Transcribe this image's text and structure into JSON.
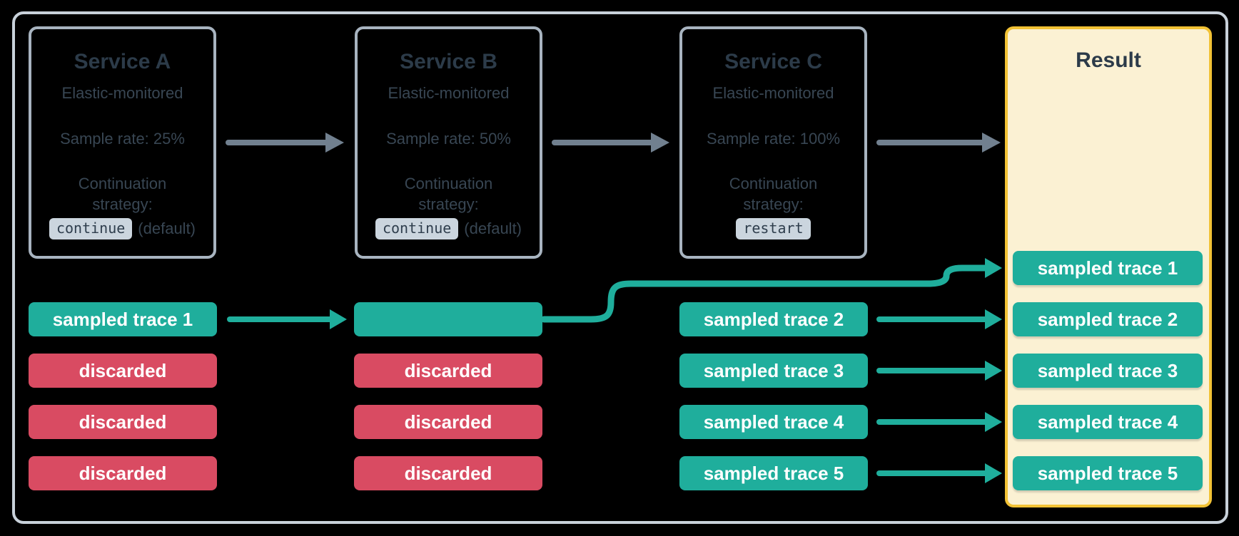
{
  "services": [
    {
      "title": "Service A",
      "monitoring": "Elastic-monitored",
      "sample_rate": "Sample rate: 25%",
      "strategy_label": "Continuation strategy:",
      "strategy_value": "continue",
      "strategy_suffix": "(default)"
    },
    {
      "title": "Service B",
      "monitoring": "Elastic-monitored",
      "sample_rate": "Sample rate: 50%",
      "strategy_label": "Continuation strategy:",
      "strategy_value": "continue",
      "strategy_suffix": "(default)"
    },
    {
      "title": "Service C",
      "monitoring": "Elastic-monitored",
      "sample_rate": "Sample rate: 100%",
      "strategy_label": "Continuation strategy:",
      "strategy_value": "restart",
      "strategy_suffix": ""
    }
  ],
  "trace_columns": [
    {
      "service": "Service A",
      "rows": [
        {
          "label": "sampled trace 1",
          "status": "sampled"
        },
        {
          "label": "discarded",
          "status": "discarded"
        },
        {
          "label": "discarded",
          "status": "discarded"
        },
        {
          "label": "discarded",
          "status": "discarded"
        }
      ]
    },
    {
      "service": "Service B",
      "rows": [
        {
          "label": "",
          "status": "sampled"
        },
        {
          "label": "discarded",
          "status": "discarded"
        },
        {
          "label": "discarded",
          "status": "discarded"
        },
        {
          "label": "discarded",
          "status": "discarded"
        }
      ]
    },
    {
      "service": "Service C",
      "rows": [
        {
          "label": "sampled trace 2",
          "status": "sampled"
        },
        {
          "label": "sampled trace 3",
          "status": "sampled"
        },
        {
          "label": "sampled trace 4",
          "status": "sampled"
        },
        {
          "label": "sampled trace 5",
          "status": "sampled"
        }
      ]
    }
  ],
  "result": {
    "title": "Result",
    "rows": [
      {
        "label": "sampled trace 1"
      },
      {
        "label": "sampled trace 2"
      },
      {
        "label": "sampled trace 3"
      },
      {
        "label": "sampled trace 4"
      },
      {
        "label": "sampled trace 5"
      }
    ]
  },
  "colors": {
    "background": "#000000",
    "outer_frame_border": "#C8D1DA",
    "service_box_border": "#A8B4C0",
    "heading_text": "#2C3B49",
    "body_text": "#384653",
    "badge_background": "#CBD5DE",
    "badge_text": "#2F3E4D",
    "flow_arrow_gray": "#71808F",
    "sampled_teal": "#1FAE9C",
    "discarded_red": "#D94B62",
    "result_border_yellow": "#F2C235",
    "result_background_cream": "#FBF1D3",
    "trace_label_text": "#FFFFFF"
  }
}
